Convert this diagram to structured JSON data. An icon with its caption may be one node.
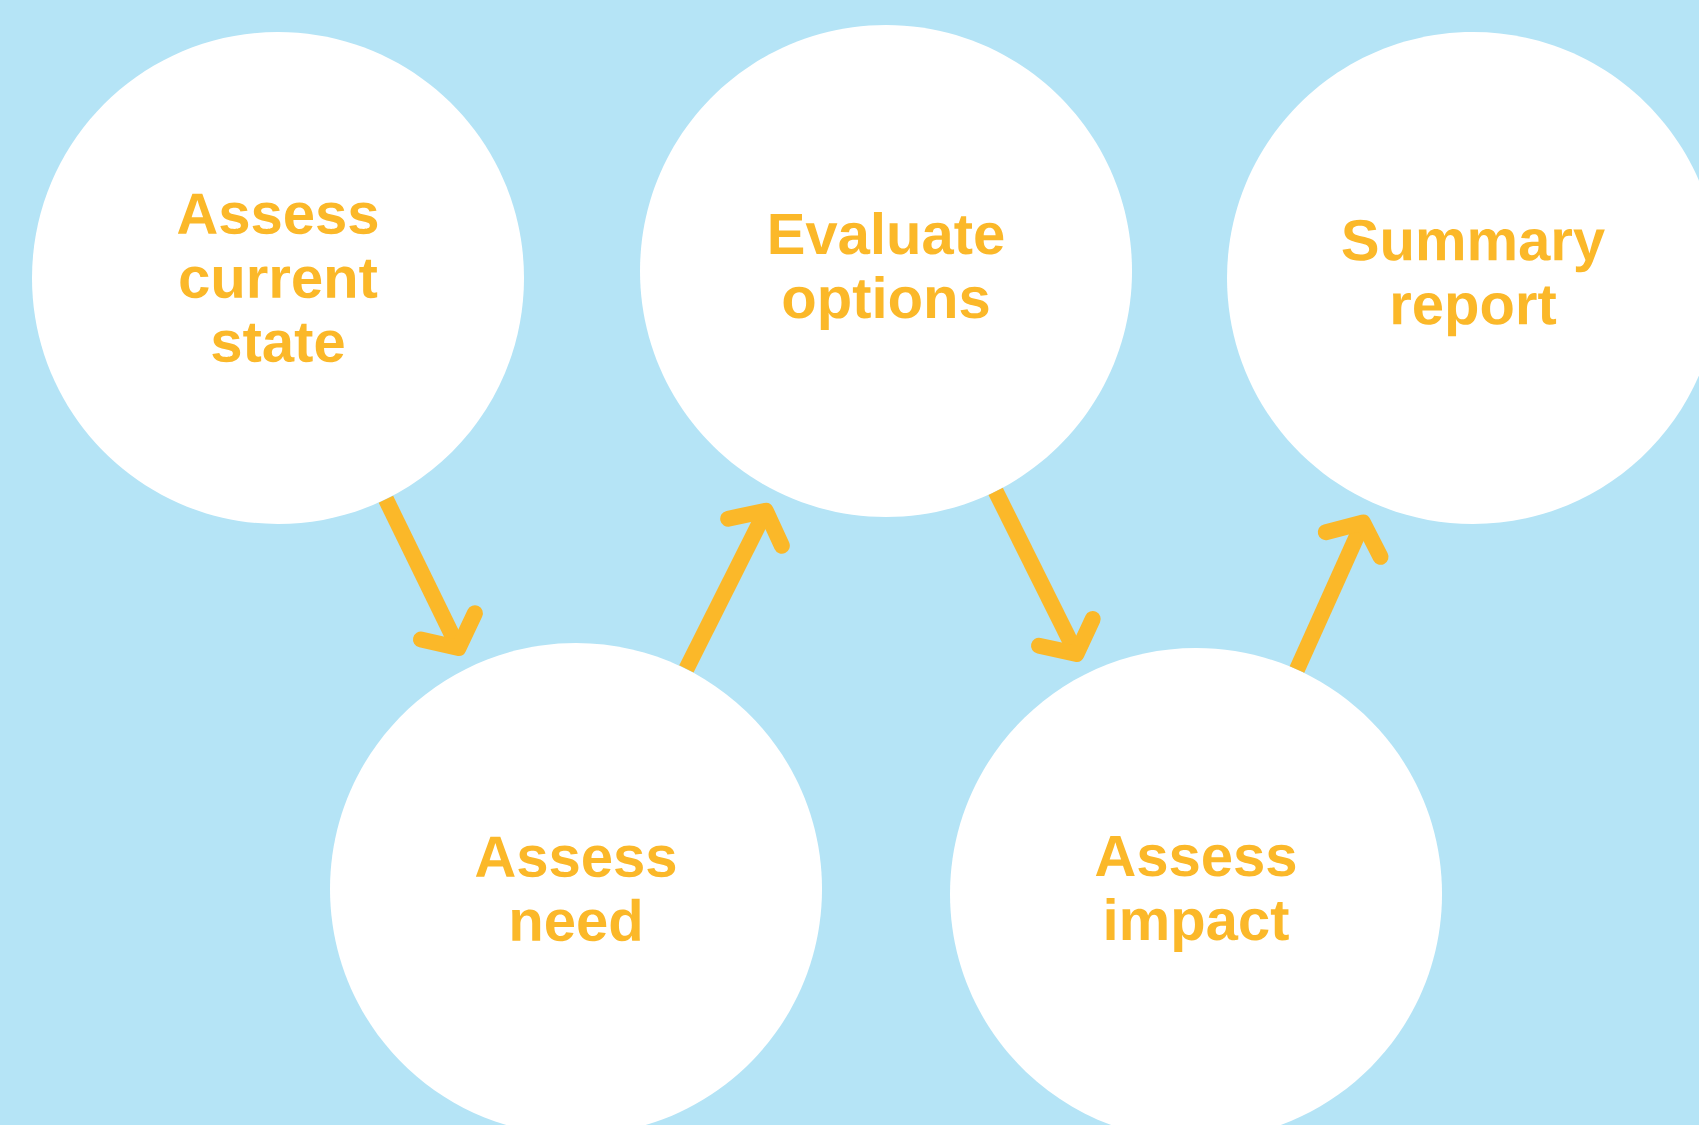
{
  "diagram": {
    "nodes": [
      {
        "text": [
          "Assess current state"
        ]
      },
      {
        "text": [
          "Assess need"
        ]
      },
      {
        "text": [
          "Evaluate options"
        ]
      },
      {
        "text": [
          "Assess impact"
        ]
      },
      {
        "text": [
          "Summary report"
        ]
      }
    ],
    "edges": [
      {
        "from": 0,
        "to": 1,
        "arrow": "to"
      },
      {
        "from": 1,
        "to": 2,
        "arrow": "to"
      },
      {
        "from": 2,
        "to": 3,
        "arrow": "to"
      },
      {
        "from": 3,
        "to": 4,
        "arrow": "to"
      }
    ]
  }
}
